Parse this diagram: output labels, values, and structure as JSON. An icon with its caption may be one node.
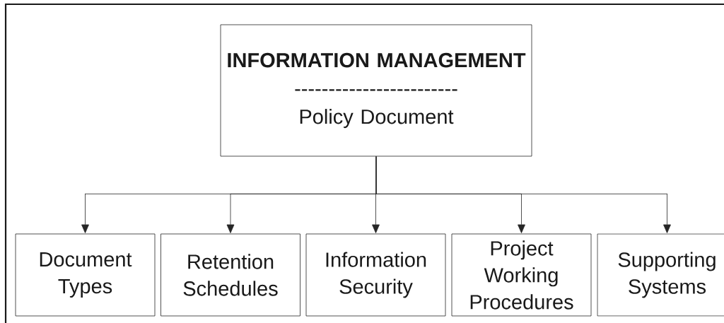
{
  "diagram": {
    "nodes": [
      {
        "text": [
          "INFORMATION MANAGEMENT",
          "------------------------",
          "Policy Document"
        ]
      },
      {
        "text": [
          "Document Types"
        ]
      },
      {
        "text": [
          "Retention Schedules"
        ]
      },
      {
        "text": [
          "Information Security"
        ]
      },
      {
        "text": [
          "Project Working Procedures"
        ]
      },
      {
        "text": [
          "Supporting Systems"
        ]
      }
    ],
    "edges": [
      {
        "from": 0,
        "to": 1,
        "arrow": "to"
      },
      {
        "from": 0,
        "to": 2,
        "arrow": "to"
      },
      {
        "from": 0,
        "to": 3,
        "arrow": "to"
      },
      {
        "from": 0,
        "to": 4,
        "arrow": "to"
      },
      {
        "from": 0,
        "to": 5,
        "arrow": "to"
      }
    ]
  }
}
